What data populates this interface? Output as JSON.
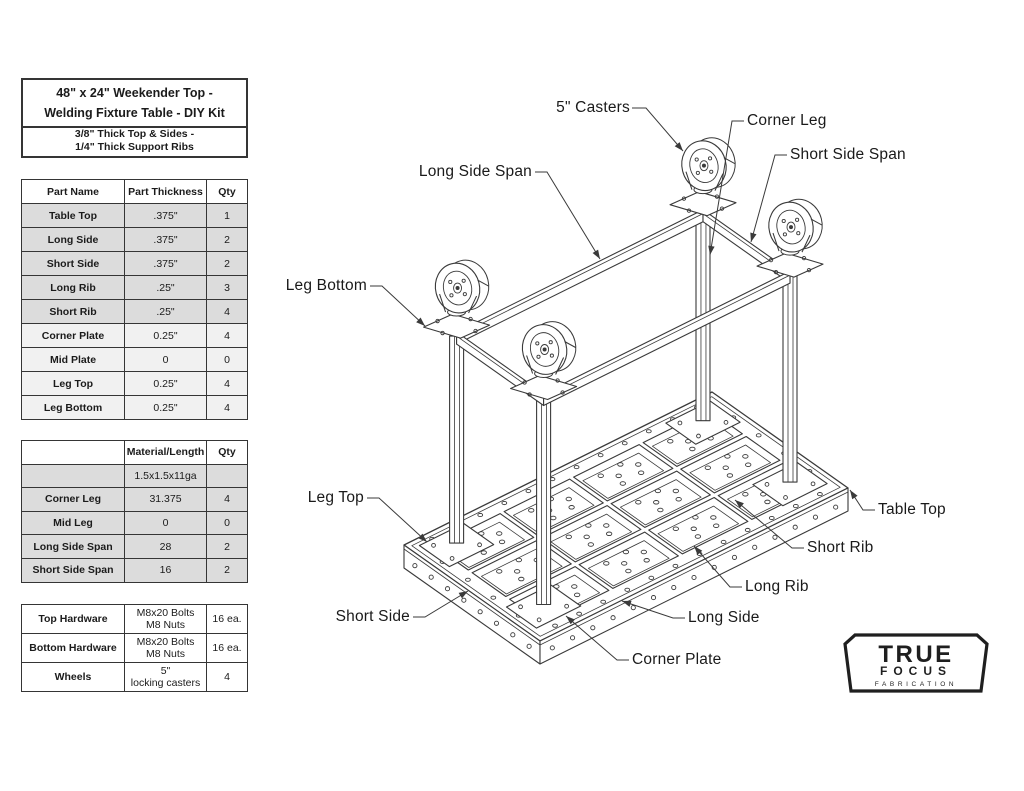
{
  "title_block": {
    "title_line1": "48\" x 24\" Weekender Top -",
    "title_line2": "Welding Fixture Table - DIY Kit",
    "subtitle_line1": "3/8\" Thick Top & Sides -",
    "subtitle_line2": "1/4\" Thick Support Ribs"
  },
  "parts_table": {
    "headers": [
      "Part Name",
      "Part Thickness",
      "Qty"
    ],
    "rows": [
      {
        "name": "Table Top",
        "thickness": ".375\"",
        "qty": "1"
      },
      {
        "name": "Long Side",
        "thickness": ".375\"",
        "qty": "2"
      },
      {
        "name": "Short Side",
        "thickness": ".375\"",
        "qty": "2"
      },
      {
        "name": "Long Rib",
        "thickness": ".25\"",
        "qty": "3"
      },
      {
        "name": "Short Rib",
        "thickness": ".25\"",
        "qty": "4"
      },
      {
        "name": "Corner Plate",
        "thickness": "0.25\"",
        "qty": "4"
      },
      {
        "name": "Mid Plate",
        "thickness": "0",
        "qty": "0"
      },
      {
        "name": "Leg Top",
        "thickness": "0.25\"",
        "qty": "4"
      },
      {
        "name": "Leg Bottom",
        "thickness": "0.25\"",
        "qty": "4"
      }
    ]
  },
  "materials_table": {
    "headers": [
      "",
      "Material/Length",
      "Qty"
    ],
    "rows": [
      {
        "name": "",
        "value": "1.5x1.5x11ga",
        "qty": ""
      },
      {
        "name": "Corner Leg",
        "value": "31.375",
        "qty": "4"
      },
      {
        "name": "Mid Leg",
        "value": "0",
        "qty": "0"
      },
      {
        "name": "Long Side Span",
        "value": "28",
        "qty": "2"
      },
      {
        "name": "Short Side Span",
        "value": "16",
        "qty": "2"
      }
    ]
  },
  "hardware_table": {
    "rows": [
      {
        "name": "Top Hardware",
        "value_line1": "M8x20 Bolts",
        "value_line2": "M8 Nuts",
        "qty": "16 ea."
      },
      {
        "name": "Bottom Hardware",
        "value_line1": "M8x20 Bolts",
        "value_line2": "M8 Nuts",
        "qty": "16 ea."
      },
      {
        "name": "Wheels",
        "value_line1": "5\"",
        "value_line2": "locking casters",
        "qty": "4"
      }
    ]
  },
  "diagram": {
    "labels": [
      {
        "id": "five-casters",
        "text": "5\" Casters"
      },
      {
        "id": "corner-leg",
        "text": "Corner Leg"
      },
      {
        "id": "short-side-span",
        "text": "Short Side Span"
      },
      {
        "id": "long-side-span",
        "text": "Long Side Span"
      },
      {
        "id": "leg-bottom",
        "text": "Leg Bottom"
      },
      {
        "id": "leg-top",
        "text": "Leg Top"
      },
      {
        "id": "table-top",
        "text": "Table Top"
      },
      {
        "id": "short-rib",
        "text": "Short Rib"
      },
      {
        "id": "long-rib",
        "text": "Long Rib"
      },
      {
        "id": "long-side",
        "text": "Long Side"
      },
      {
        "id": "short-side",
        "text": "Short Side"
      },
      {
        "id": "corner-plate",
        "text": "Corner Plate"
      }
    ]
  },
  "logo": {
    "line1": "TRUE",
    "line2": "FOCUS",
    "line3": "FABRICATION"
  },
  "colors": {
    "drawing_line": "#3a3a3a",
    "table_border": "#353535",
    "row_shade_dark": "#dcdcdc",
    "row_shade_light": "#f1f1f1",
    "logo_ink": "#1f1f1f"
  }
}
